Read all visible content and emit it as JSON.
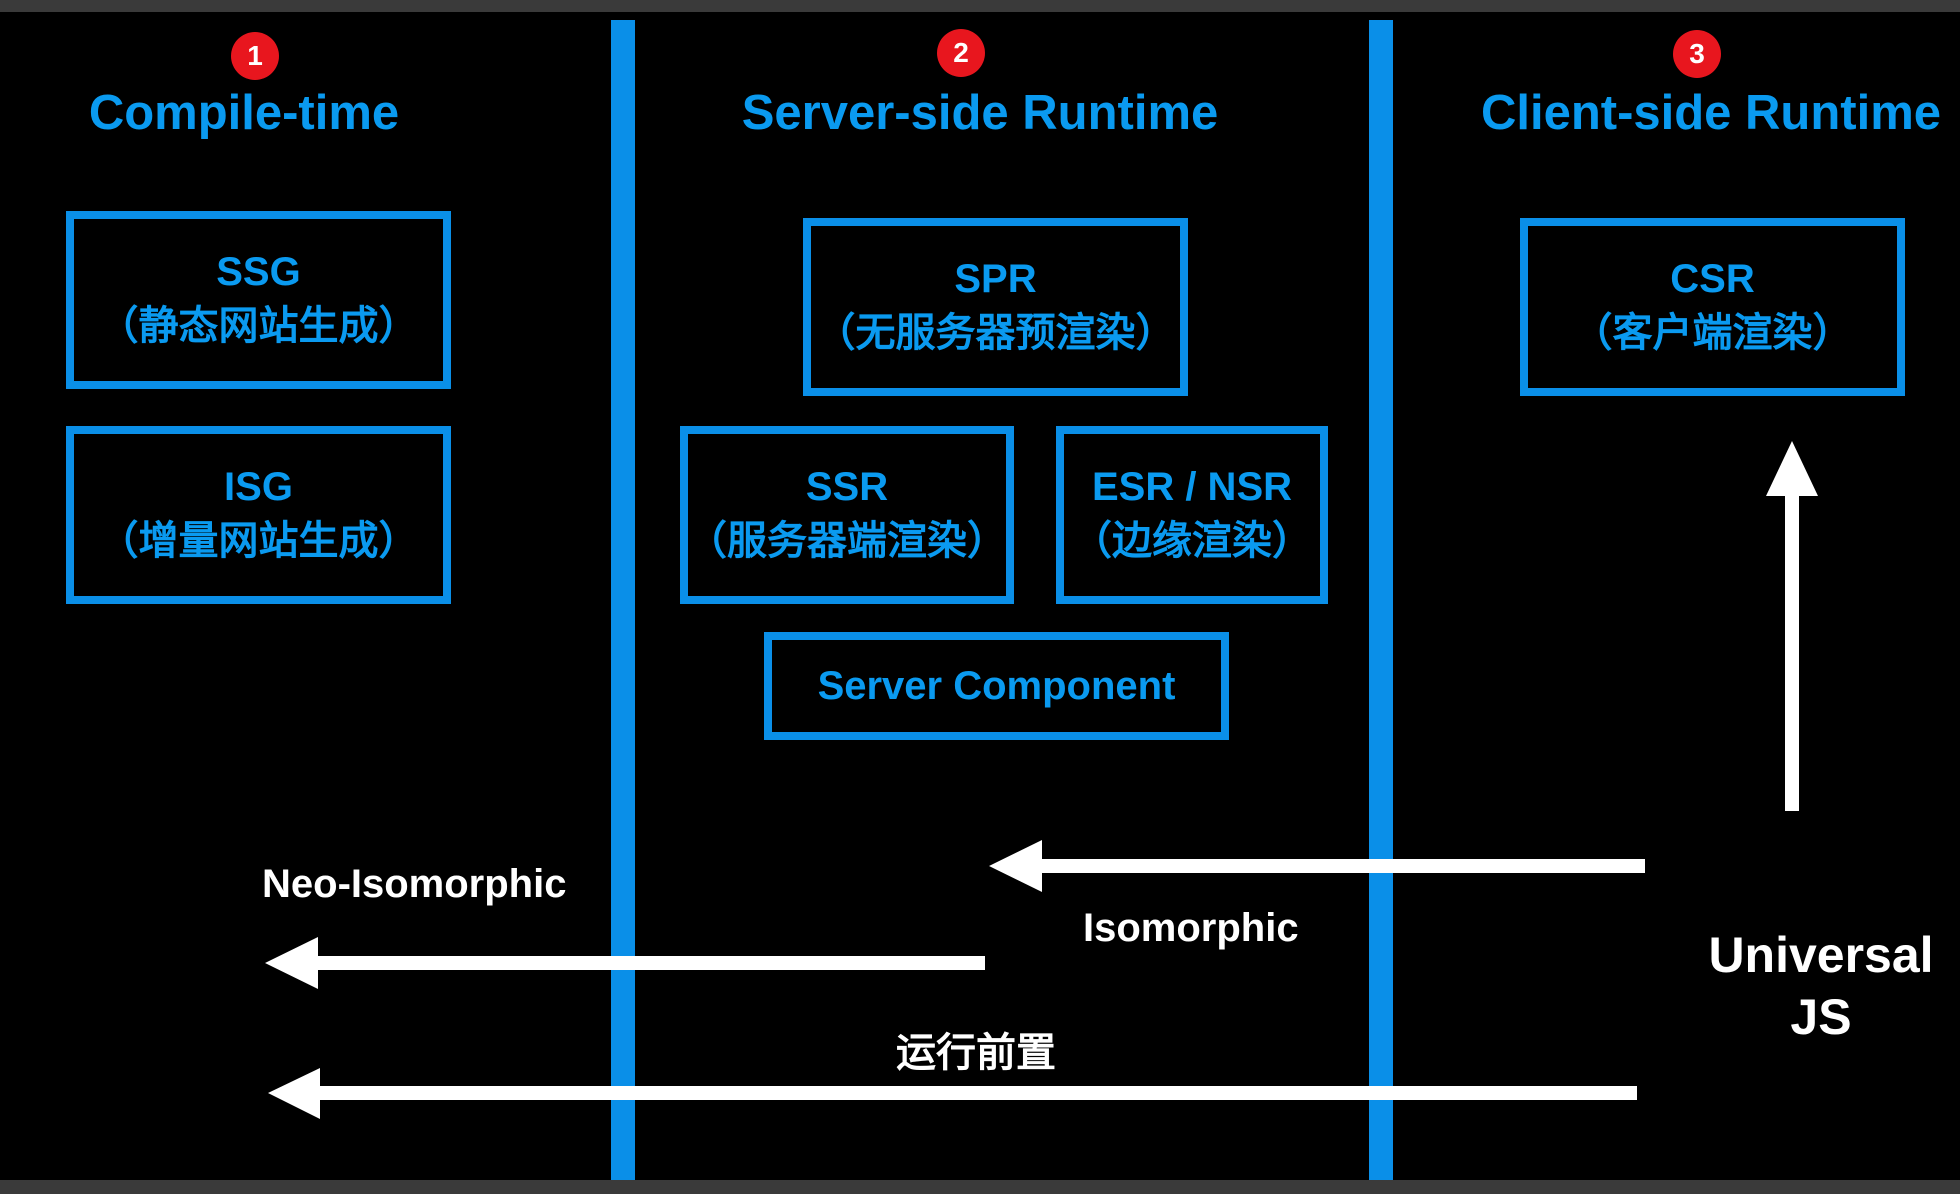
{
  "columns": [
    {
      "badge": "1",
      "title": "Compile-time"
    },
    {
      "badge": "2",
      "title": "Server-side Runtime"
    },
    {
      "badge": "3",
      "title": "Client-side Runtime"
    }
  ],
  "boxes": {
    "ssg": {
      "title": "SSG",
      "subtitle": "（静态网站生成）"
    },
    "isg": {
      "title": "ISG",
      "subtitle": "（增量网站生成）"
    },
    "spr": {
      "title": "SPR",
      "subtitle": "（无服务器预渲染）"
    },
    "ssr": {
      "title": "SSR",
      "subtitle": "（服务器端渲染）"
    },
    "esr": {
      "title": "ESR / NSR",
      "subtitle": "（边缘渲染）"
    },
    "server_component": {
      "title": "Server Component"
    },
    "csr": {
      "title": "CSR",
      "subtitle": "（客户端渲染）"
    }
  },
  "labels": {
    "neo_isomorphic": "Neo-Isomorphic",
    "isomorphic": "Isomorphic",
    "run_ahead": "运行前置",
    "universal_js_line1": "Universal",
    "universal_js_line2": "JS"
  },
  "colors": {
    "accent_blue": "#0a8fe8",
    "badge_red": "#e8161e",
    "background": "#000000",
    "arrow_white": "#ffffff"
  }
}
